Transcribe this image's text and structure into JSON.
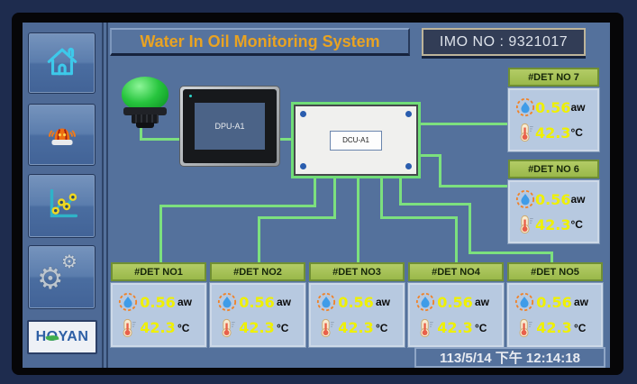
{
  "header": {
    "title": "Water In Oil Monitoring System",
    "imo": "IMO NO : 9321017"
  },
  "sidebar": {
    "buttons": [
      {
        "id": "home",
        "icon": "home-icon"
      },
      {
        "id": "alarm",
        "icon": "alarm-siren-icon"
      },
      {
        "id": "trend",
        "icon": "trend-chart-icon"
      },
      {
        "id": "settings",
        "icon": "gear-icon"
      }
    ],
    "logo": {
      "pre": "H",
      "o": "O",
      "post": "YAN"
    }
  },
  "devices": {
    "dpu_label": "DPU-A1",
    "dcu_label": "DCU-A1",
    "beacon_color": "#27c53e"
  },
  "detectors": [
    {
      "label": "#DET NO1",
      "water_value": "0.56",
      "water_unit": "aw",
      "temp_value": "42.3",
      "temp_unit": "°C"
    },
    {
      "label": "#DET NO2",
      "water_value": "0.56",
      "water_unit": "aw",
      "temp_value": "42.3",
      "temp_unit": "°C"
    },
    {
      "label": "#DET NO3",
      "water_value": "0.56",
      "water_unit": "aw",
      "temp_value": "42.3",
      "temp_unit": "°C"
    },
    {
      "label": "#DET NO4",
      "water_value": "0.56",
      "water_unit": "aw",
      "temp_value": "42.3",
      "temp_unit": "°C"
    },
    {
      "label": "#DET NO5",
      "water_value": "0.56",
      "water_unit": "aw",
      "temp_value": "42.3",
      "temp_unit": "°C"
    },
    {
      "label": "#DET NO 6",
      "water_value": "0.56",
      "water_unit": "aw",
      "temp_value": "42.3",
      "temp_unit": "°C"
    },
    {
      "label": "#DET NO 7",
      "water_value": "0.56",
      "water_unit": "aw",
      "temp_value": "42.3",
      "temp_unit": "°C"
    }
  ],
  "status_bar": {
    "datetime": "113/5/14 下午 12:14:18"
  },
  "colors": {
    "wire_green": "#7ce07e",
    "value_yellow": "#eff000",
    "card_header_green": "#a3c052",
    "title_orange": "#e9a322",
    "screen_blue": "#54719c"
  }
}
